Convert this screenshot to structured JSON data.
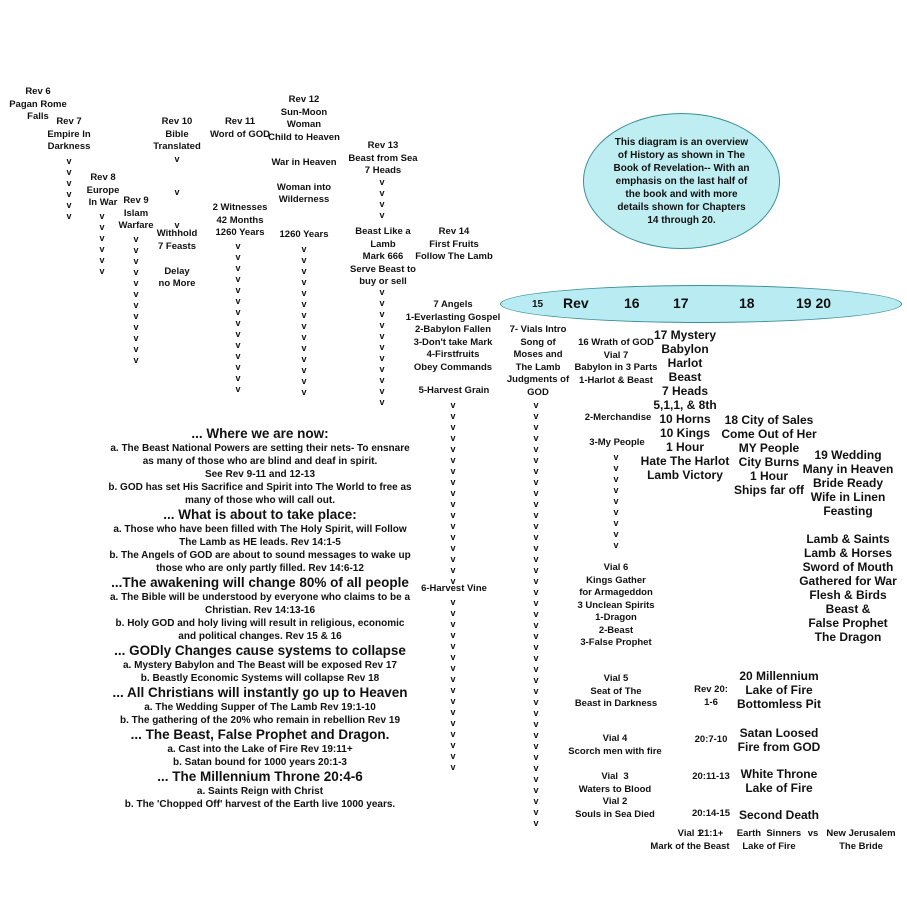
{
  "top": {
    "rev6": "Rev 6\nPagan Rome\nFalls",
    "rev7": "Rev 7\nEmpire In\nDarkness",
    "rev8": "Rev 8\nEurope\nIn War",
    "rev9": "Rev 9\nIslam\nWarfare",
    "rev10": "Rev 10\nBible\nTranslated",
    "rev10b": "Withhold\n7 Feasts\n\nDelay\nno More",
    "rev11": "Rev 11\nWord of GOD",
    "rev11b": "2 Witnesses\n42 Months\n1260 Years",
    "rev12": "Rev 12\nSun-Moon\nWoman\nChild to Heaven\n\nWar in Heaven\n\nWoman into\nWilderness",
    "rev12b": "1260 Years",
    "rev13": "Rev 13\nBeast from Sea\n7 Heads",
    "rev13b": "Beast Like a\nLamb\nMark 666\nServe Beast to\nbuy or sell",
    "rev14": "Rev 14\nFirst Fruits\nFollow The Lamb",
    "rev14b": "7 Angels\n1-Everlasting Gospel\n2-Babylon Fallen\n3-Don't take Mark\n4-Firstfruits\nObey Commands",
    "rev14c": "5-Harvest Grain",
    "rev14d": "6-Harvest Vine",
    "rev15": "7- Vials Intro\nSong of\nMoses and\nThe Lamb\nJudgments of\nGOD"
  },
  "oval_note": "This diagram is an overview\nof History as shown in The\nBook of Revelation-- With an\nemphasis on the last half of\nthe book and with more\ndetails shown for Chapters\n14 through 20.",
  "band": {
    "c15": "15",
    "rev": "Rev",
    "c16": "16",
    "c17": "17",
    "c18": "18",
    "c1920": "19 20"
  },
  "right": {
    "r16": "16 Wrath of GOD\nVial 7\nBabylon in 3 Parts\n1-Harlot & Beast",
    "r16b": "2-Merchandise",
    "r16c": "3-My People",
    "r17": "17 Mystery\nBabylon\nHarlot\nBeast\n7 Heads\n5,1,1, & 8th\n10 Horns\n10 Kings\n1 Hour\nHate The Harlot\nLamb Victory",
    "r18": "18 City of Sales\nCome Out of Her\nMY People\nCity Burns\n1 Hour\nShips far off",
    "r19": "19 Wedding\nMany in Heaven\nBride Ready\nWife in Linen\nFeasting",
    "r19b": "Lamb & Saints\nLamb & Horses\nSword of Mouth\nGathered for War\nFlesh & Birds\nBeast &\nFalse Prophet\nThe Dragon",
    "vial6": "Vial 6\nKings Gather\nfor Armageddon\n3 Unclean Spirits\n1-Dragon\n2-Beast\n3-False Prophet",
    "vial5": "Vial 5\nSeat of The\nBeast in Darkness",
    "vial4": "Vial 4\nScorch men with fire",
    "vial3": "Vial  3\nWaters to Blood\nVial 2\nSouls in Sea Died",
    "vial1": "Vial 1\nMark of the Beast",
    "rv20a": "Rev 20:\n1-6",
    "rv20b": "20:7-10",
    "rv20c": "20:11-13",
    "rv20d": "20:14-15",
    "rv20e": "21:1+",
    "m20a": "20 Millennium\nLake of Fire\nBottomless Pit",
    "m20b": "Satan Loosed\nFire from GOD",
    "m20c": "White Throne\nLake of Fire",
    "m20d": "Second Death",
    "earth": "Earth  Sinners\nLake of Fire",
    "vs": "vs",
    "newjer": "New Jerusalem\nThe Bride"
  },
  "summary": {
    "h1": "... Where we are now:",
    "l1": "a. The Beast National Powers are setting their nets- To ensnare\nas many of those who are blind and deaf in spirit.\nSee Rev 9-11 and 12-13",
    "l2": "b. GOD has set His Sacrifice and Spirit into The World to free as\nmany of those who will call out.",
    "h2": "... What is about to take place:",
    "l3": "a. Those who have been filled with The Holy Spirit, will Follow\nThe Lamb as HE leads. Rev 14:1-5",
    "l4": "b. The Angels of GOD are about to sound messages to wake up\nthose who are only partly filled. Rev 14:6-12",
    "h3": "...The awakening will change 80% of all people",
    "l5": "a. The Bible will be understood by everyone who claims to be a\nChristian. Rev 14:13-16",
    "l6": "b. Holy GOD and holy living will result in religious, economic\nand political changes. Rev 15 & 16",
    "h4": "... GODly Changes cause systems to collapse",
    "l7": "a. Mystery Babylon and The Beast will be exposed Rev 17",
    "l8": "b. Beastly Economic Systems will collapse Rev 18",
    "h5": "... All Christians will instantly go up to Heaven",
    "l9": "a. The Wedding Supper of The Lamb Rev 19:1-10",
    "l10": "b. The gathering of the 20% who remain in rebellion Rev 19",
    "h6": "... The Beast, False Prophet and Dragon.",
    "l11": "a. Cast into the Lake of Fire Rev 19:11+",
    "l12": "b. Satan bound for 1000 years 20:1-3",
    "h7": "... The Millennium Throne 20:4-6",
    "l13": "a. Saints Reign with Christ",
    "l14": "b. The 'Chopped Off' harvest of the Earth live 1000 years."
  }
}
